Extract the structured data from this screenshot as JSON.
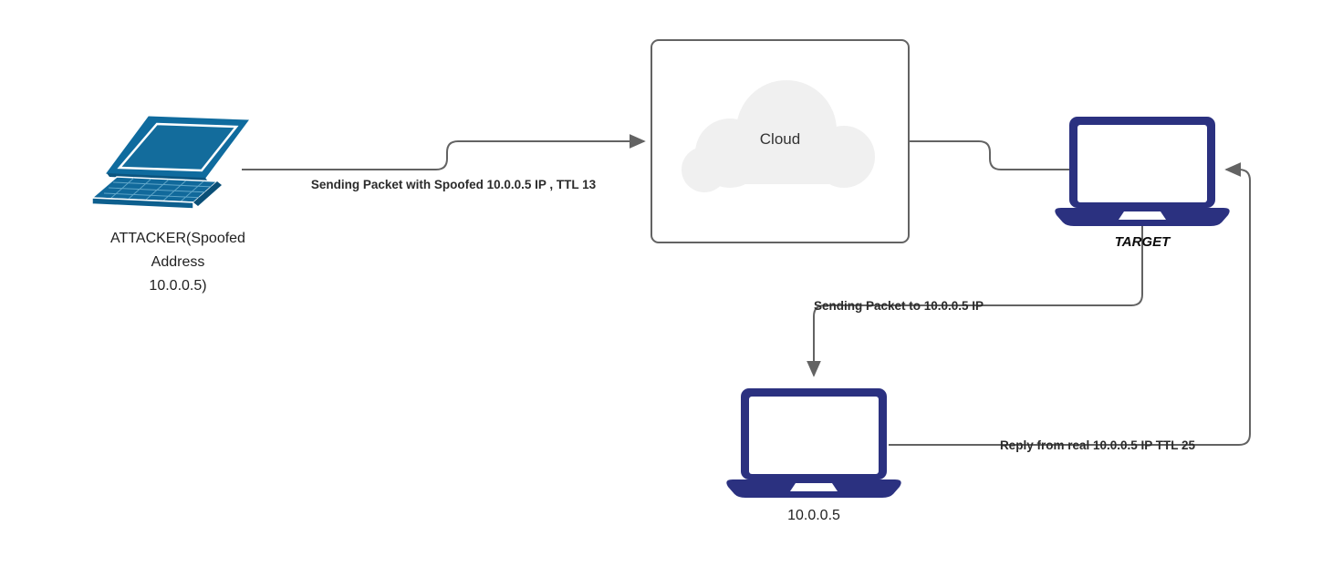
{
  "diagram": {
    "title": "IP Spoofing / TTL Reflection Network Diagram",
    "background_color": "#ffffff",
    "line_color": "#636363",
    "attacker_color": "#10679b",
    "device_color": "#2b3180",
    "cloud_fill": "#f0f0f0"
  },
  "nodes": {
    "attacker": {
      "icon": "laptop-icon",
      "label_line1": "ATTACKER(Spoofed",
      "label_line2": "Address",
      "label_line3": "10.0.0.5)"
    },
    "cloud": {
      "icon": "cloud-icon",
      "label": "Cloud"
    },
    "target": {
      "icon": "laptop-icon",
      "label": "TARGET"
    },
    "victim": {
      "icon": "laptop-icon",
      "label": "10.0.0.5"
    }
  },
  "edges": [
    {
      "id": "attacker-to-cloud",
      "label": "Sending Packet with Spoofed 10.0.0.5 IP , TTL 13",
      "from": "attacker",
      "to": "cloud",
      "arrowhead": "right"
    },
    {
      "id": "cloud-to-target",
      "label": "",
      "from": "cloud",
      "to": "target",
      "arrowhead": "none"
    },
    {
      "id": "target-to-victim",
      "label": "Sending Packet to 10.0.0.5 IP",
      "from": "target",
      "to": "victim",
      "arrowhead": "down"
    },
    {
      "id": "victim-to-target",
      "label": "Reply from real 10.0.0.5 IP TTL 25",
      "from": "victim",
      "to": "target",
      "arrowhead": "left"
    }
  ]
}
